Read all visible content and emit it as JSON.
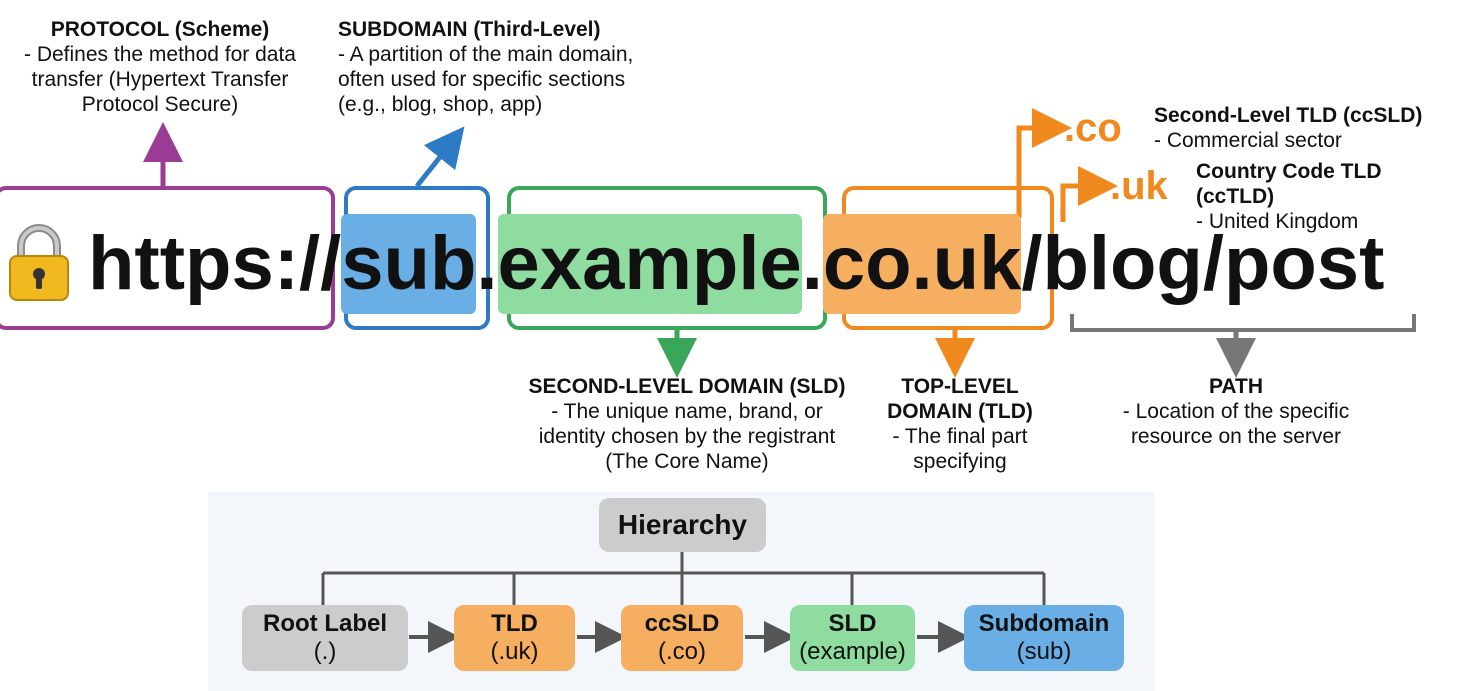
{
  "protocol": {
    "title": "PROTOCOL (Scheme)",
    "desc": "- Defines the method for data\ntransfer (Hypertext Transfer\nProtocol Secure)"
  },
  "subdomain": {
    "title": "SUBDOMAIN (Third-Level)",
    "desc": "- A partition of the main domain,\noften used for specific sections\n(e.g., blog, shop, app)"
  },
  "ccsld": {
    "mark": ".co",
    "title": "Second-Level TLD (ccSLD)",
    "desc": "- Commercial sector"
  },
  "cctld": {
    "mark": ".uk",
    "title": "Country Code TLD (ccTLD)",
    "desc": "- United Kingdom"
  },
  "url": {
    "scheme": "https://",
    "sub": "sub",
    "dot1": ".",
    "sld": "example",
    "dot2": ".",
    "tld": "co.uk",
    "path": "/blog/post"
  },
  "sld": {
    "title": "SECOND-LEVEL DOMAIN (SLD)",
    "desc": "- The unique name, brand, or\nidentity chosen by the registrant\n(The Core Name)"
  },
  "tld": {
    "title": "TOP-LEVEL\nDOMAIN (TLD)",
    "desc": "- The final part\nspecifying"
  },
  "path": {
    "title": "PATH",
    "desc": "- Location of the specific\nresource on the server"
  },
  "hierarchy": {
    "title": "Hierarchy",
    "nodes": [
      {
        "title": "Root Label",
        "sub": "(.)",
        "color": "#cccccc"
      },
      {
        "title": "TLD",
        "sub": "(.uk)",
        "color": "#f6ae60"
      },
      {
        "title": "ccSLD",
        "sub": "(.co)",
        "color": "#f6ae60"
      },
      {
        "title": "SLD",
        "sub": "(example)",
        "color": "#8fdca0"
      },
      {
        "title": "Subdomain",
        "sub": "(sub)",
        "color": "#6aaee6"
      }
    ]
  },
  "colors": {
    "protocol": "#9b3d94",
    "subdomain": "#2c7bc4",
    "sld": "#3aa65a",
    "tld": "#f08a1e",
    "path": "#777777",
    "hierarchy_box": "#cccccc"
  },
  "icons": {
    "lock": "padlock-icon"
  }
}
